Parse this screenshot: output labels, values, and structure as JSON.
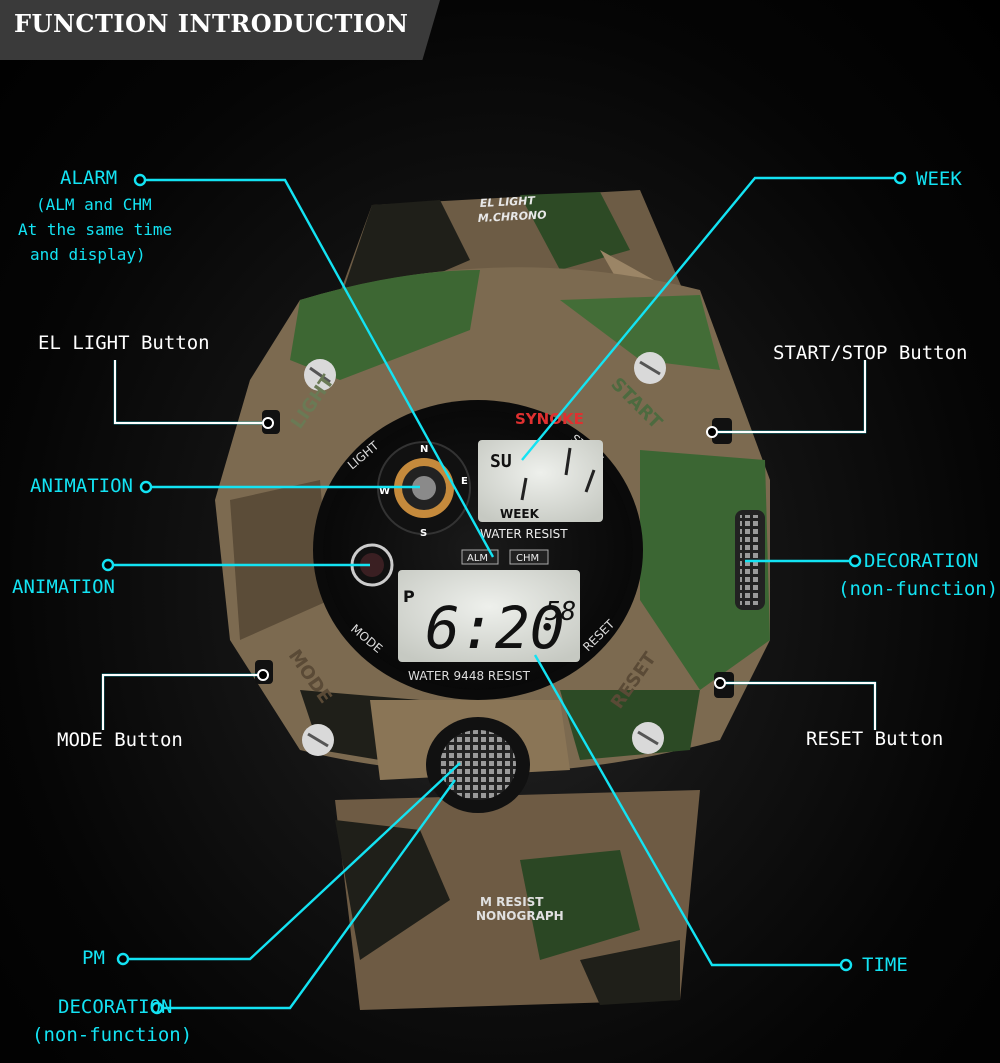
{
  "header": {
    "title": "FUNCTION INTRODUCTION"
  },
  "labels": {
    "alarm": "ALARM",
    "alarm_note_1": "(ALM and CHM",
    "alarm_note_2": "At the same time",
    "alarm_note_3": "and display)",
    "el_light": "EL LIGHT Button",
    "animation_1": "ANIMATION",
    "animation_2": "ANIMATION",
    "mode": "MODE Button",
    "pm": "PM",
    "decoration_bottom": "DECORATION",
    "decoration_bottom_note": "(non-function)",
    "week": "WEEK",
    "start_stop": "START/STOP Button",
    "decoration_right": "DECORATION",
    "decoration_right_note": "(non-function)",
    "reset": "RESET Button",
    "time": "TIME"
  },
  "watch": {
    "brand": "SYNOKE",
    "bezel_top_1": "EL LIGHT",
    "bezel_top_2": "M.CHRONO",
    "bezel_bottom_1": "M RESIST",
    "bezel_bottom_2": "NONOGRAPH",
    "light": "LIGHT",
    "start": "START",
    "mode": "MODE",
    "reset": "RESET",
    "case_light": "LIGHT",
    "case_start": "START",
    "case_mode": "MODE",
    "case_reset": "RESET",
    "compass_n": "N",
    "compass_e": "E",
    "compass_s": "S",
    "compass_w": "W",
    "day": "SU",
    "week_label": "WEEK",
    "water_resist": "WATER RESIST",
    "alm": "ALM",
    "chm": "CHM",
    "pm": "P",
    "time_main": "6:20",
    "time_sec": "58",
    "water_bottom": "WATER 9448 RESIST"
  },
  "colors": {
    "accent": "#13e3f3",
    "camo_green": "#3f6a34",
    "camo_tan": "#8a7659",
    "camo_dark": "#1e1e18",
    "lcd": "#d9dcd6"
  }
}
